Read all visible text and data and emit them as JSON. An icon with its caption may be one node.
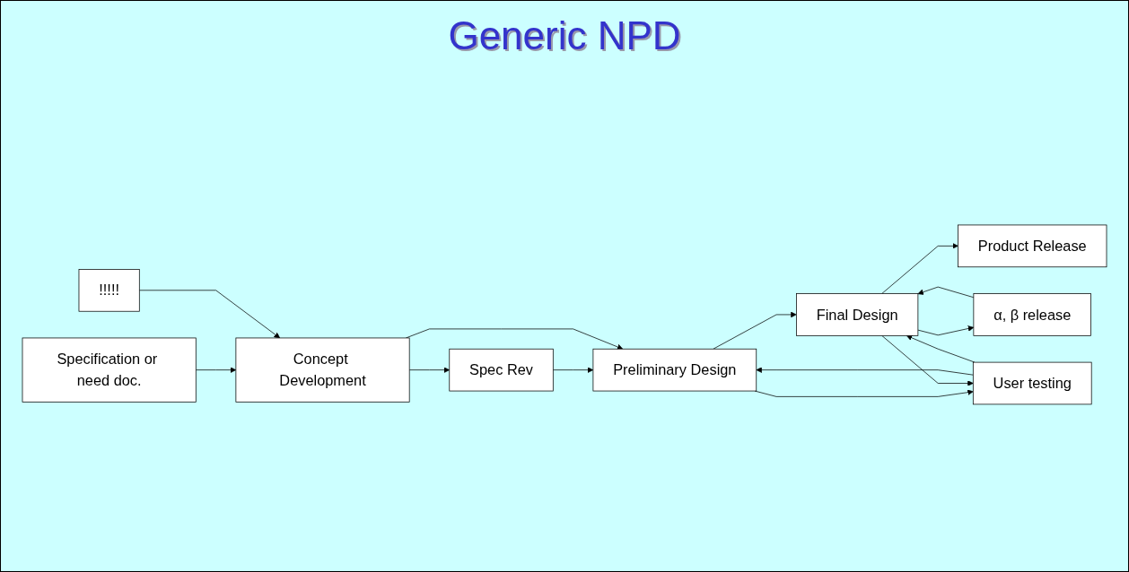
{
  "diagram": {
    "title": "Generic NPD",
    "nodes": [
      {
        "text": [
          "Specification or need doc."
        ]
      },
      {
        "text": [
          "!!!!!"
        ]
      },
      {
        "text": [
          "Concept Development"
        ]
      },
      {
        "text": [
          "Spec Rev"
        ]
      },
      {
        "text": [
          "Preliminary Design"
        ]
      },
      {
        "text": [
          "α, β release"
        ]
      },
      {
        "text": [
          "Final Design"
        ]
      },
      {
        "text": [
          "Product Release"
        ]
      },
      {
        "text": [
          "User testing"
        ]
      }
    ],
    "edges": [
      {
        "from": 0,
        "to": 2,
        "arrow": "to"
      },
      {
        "from": 1,
        "to": 2,
        "arrow": "to"
      },
      {
        "from": 2,
        "to": 3,
        "arrow": "to"
      },
      {
        "from": 3,
        "to": 4,
        "arrow": "to"
      },
      {
        "from": 2,
        "to": 4,
        "arrow": "to"
      },
      {
        "from": 4,
        "to": 6,
        "arrow": "to"
      },
      {
        "from": 6,
        "to": 5,
        "arrow": "to"
      },
      {
        "from": 5,
        "to": 6,
        "arrow": "to"
      },
      {
        "from": 6,
        "to": 7,
        "arrow": "to"
      },
      {
        "from": 4,
        "to": 8,
        "arrow": "to"
      },
      {
        "from": 8,
        "to": 4,
        "arrow": "to"
      },
      {
        "from": 6,
        "to": 8,
        "arrow": "to"
      },
      {
        "from": 8,
        "to": 6,
        "arrow": "to"
      }
    ]
  }
}
